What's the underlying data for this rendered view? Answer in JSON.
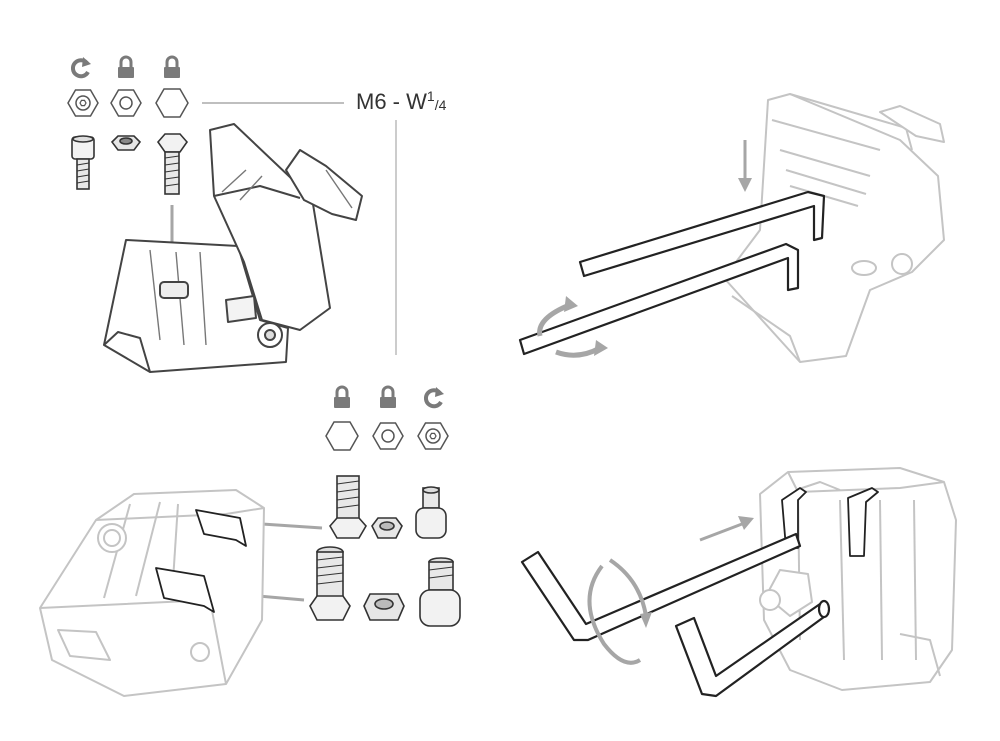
{
  "size_label": {
    "main": "M6 - W",
    "sup": "1",
    "slash": "/",
    "sub": "4"
  },
  "icons": {
    "top_row": [
      "rotate-icon",
      "lock-icon",
      "lock-icon"
    ],
    "bottom_row": [
      "lock-icon",
      "lock-icon",
      "rotate-icon"
    ]
  },
  "colors": {
    "ink": "#333333",
    "light_ink": "#bdbdbd",
    "arrow": "#a6a6a6"
  }
}
